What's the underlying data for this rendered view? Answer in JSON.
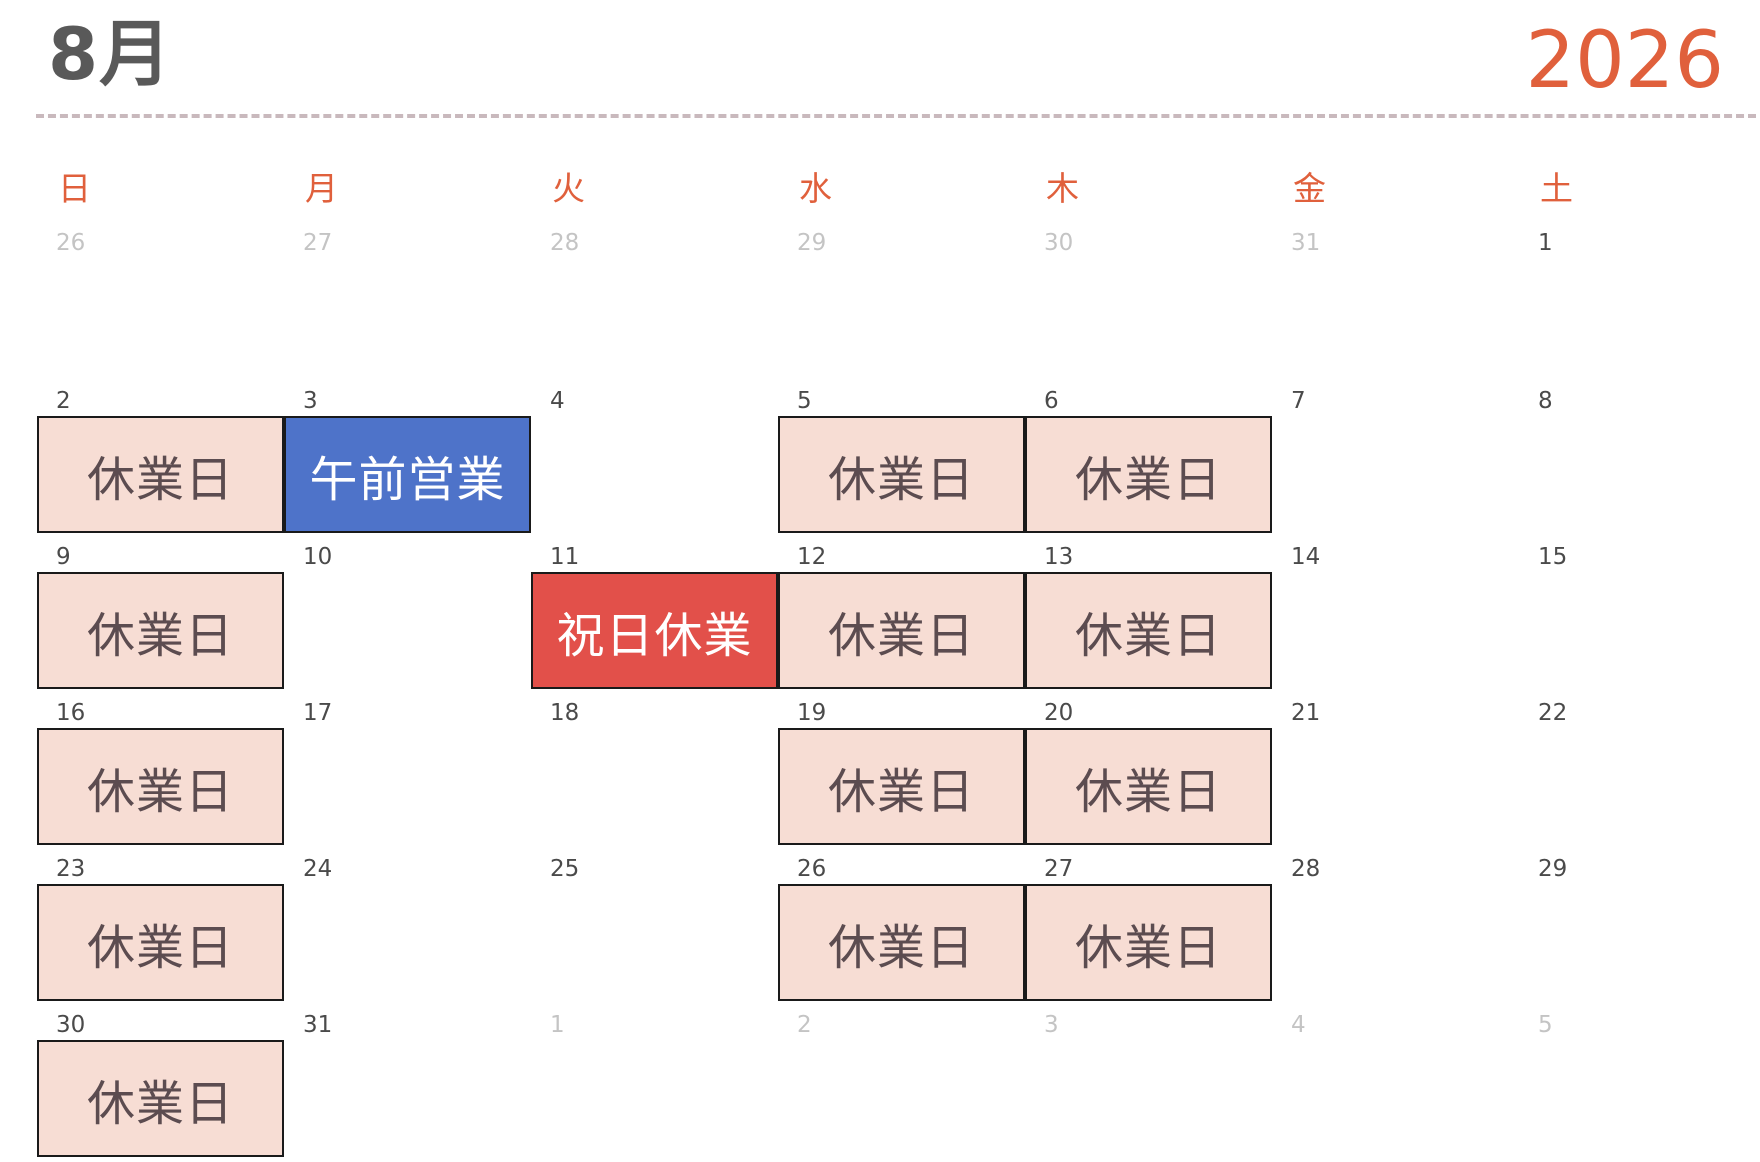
{
  "header": {
    "month": "8月",
    "year": "2026"
  },
  "weekdays": [
    "日",
    "月",
    "火",
    "水",
    "木",
    "金",
    "土"
  ],
  "weeks": [
    {
      "days": [
        {
          "day": "26",
          "other_month": true
        },
        {
          "day": "27",
          "other_month": true
        },
        {
          "day": "28",
          "other_month": true
        },
        {
          "day": "29",
          "other_month": true
        },
        {
          "day": "30",
          "other_month": true
        },
        {
          "day": "31",
          "other_month": true
        },
        {
          "day": "1",
          "other_month": false
        }
      ]
    },
    {
      "days": [
        {
          "day": "2",
          "event": "休業日",
          "event_type": "closed"
        },
        {
          "day": "3",
          "event": "午前営業",
          "event_type": "morning"
        },
        {
          "day": "4"
        },
        {
          "day": "5",
          "event": "休業日",
          "event_type": "closed"
        },
        {
          "day": "6",
          "event": "休業日",
          "event_type": "closed"
        },
        {
          "day": "7"
        },
        {
          "day": "8"
        }
      ]
    },
    {
      "days": [
        {
          "day": "9",
          "event": "休業日",
          "event_type": "closed"
        },
        {
          "day": "10"
        },
        {
          "day": "11",
          "event": "祝日休業",
          "event_type": "holiday"
        },
        {
          "day": "12",
          "event": "休業日",
          "event_type": "closed"
        },
        {
          "day": "13",
          "event": "休業日",
          "event_type": "closed"
        },
        {
          "day": "14"
        },
        {
          "day": "15"
        }
      ]
    },
    {
      "days": [
        {
          "day": "16",
          "event": "休業日",
          "event_type": "closed"
        },
        {
          "day": "17"
        },
        {
          "day": "18"
        },
        {
          "day": "19",
          "event": "休業日",
          "event_type": "closed"
        },
        {
          "day": "20",
          "event": "休業日",
          "event_type": "closed"
        },
        {
          "day": "21"
        },
        {
          "day": "22"
        }
      ]
    },
    {
      "days": [
        {
          "day": "23",
          "event": "休業日",
          "event_type": "closed"
        },
        {
          "day": "24"
        },
        {
          "day": "25"
        },
        {
          "day": "26",
          "event": "休業日",
          "event_type": "closed"
        },
        {
          "day": "27",
          "event": "休業日",
          "event_type": "closed"
        },
        {
          "day": "28"
        },
        {
          "day": "29"
        }
      ]
    },
    {
      "days": [
        {
          "day": "30",
          "event": "休業日",
          "event_type": "closed"
        },
        {
          "day": "31"
        },
        {
          "day": "1",
          "other_month": true
        },
        {
          "day": "2",
          "other_month": true
        },
        {
          "day": "3",
          "other_month": true
        },
        {
          "day": "4",
          "other_month": true
        },
        {
          "day": "5",
          "other_month": true
        }
      ]
    }
  ],
  "colors": {
    "accent": "#e0603c",
    "title": "#595959",
    "closed_fill": "#f7ddd4",
    "morning_fill": "#4e73c9",
    "holiday_fill": "#e2504a"
  }
}
